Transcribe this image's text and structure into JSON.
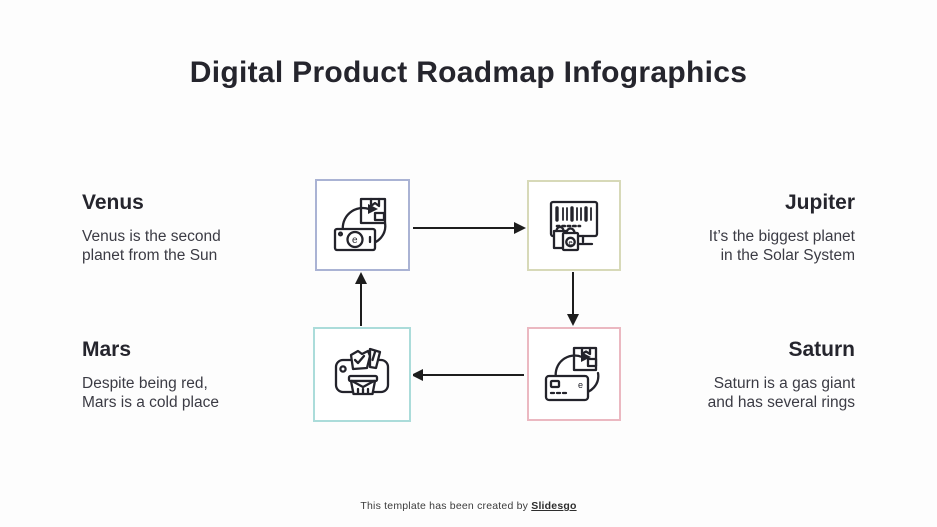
{
  "slide": {
    "title": "Digital Product Roadmap Infographics",
    "background_color": "#fdfdfd",
    "text_color": "#25252d",
    "arrow_color": "#1d1d1d"
  },
  "planets": [
    {
      "name": "Venus",
      "description": "Venus is the second\nplanet from the Sun",
      "side": "left",
      "icon": "money-exchange-icon",
      "box_border_color": "#aab3d4"
    },
    {
      "name": "Jupiter",
      "description": "It’s the biggest planet\nin the Solar System",
      "side": "right",
      "icon": "barcode-monitor-icon",
      "box_border_color": "#d7d9b8"
    },
    {
      "name": "Mars",
      "description": "Despite being red,\nMars is a cold place",
      "side": "left",
      "icon": "shopping-basket-icon",
      "box_border_color": "#abdcda"
    },
    {
      "name": "Saturn",
      "description": "Saturn is a gas giant\nand has several rings",
      "side": "right",
      "icon": "card-refund-icon",
      "box_border_color": "#ebb8c1"
    }
  ],
  "flow": {
    "arrows": [
      "top-right",
      "right-down",
      "bottom-left",
      "left-up"
    ]
  },
  "footer": {
    "text": "This template has been created by",
    "brand": "Slidesgo"
  }
}
